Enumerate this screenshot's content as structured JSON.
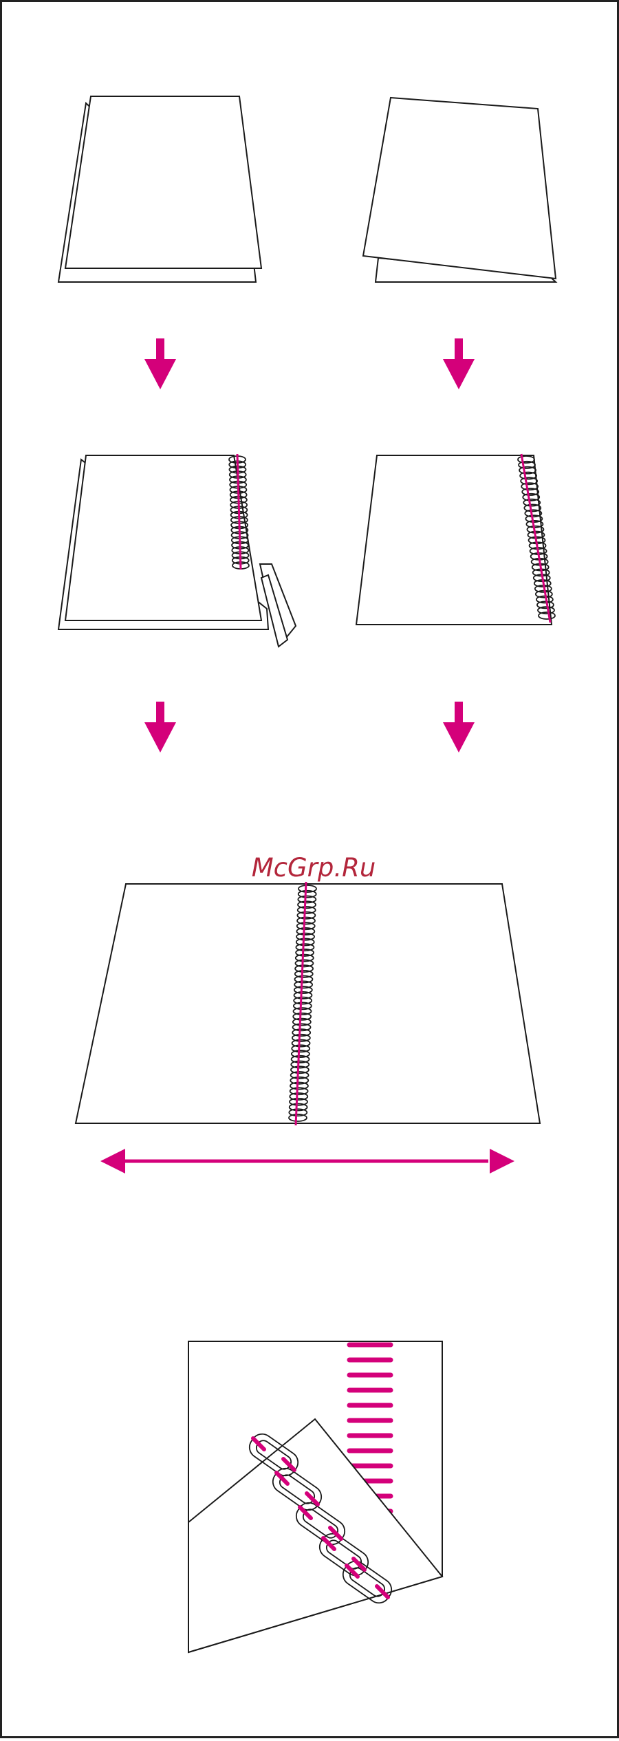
{
  "watermark": {
    "text": "McGrp.Ru",
    "color": "#b3263b"
  },
  "colors": {
    "accent": "#d4007a",
    "line": "#1a1a1a",
    "border": "#222222",
    "background": "#ffffff"
  },
  "steps": [
    {
      "id": "left-column",
      "description_icon": "folded-fabric-layers"
    },
    {
      "id": "right-column",
      "description_icon": "folded-fabric-layers"
    }
  ]
}
